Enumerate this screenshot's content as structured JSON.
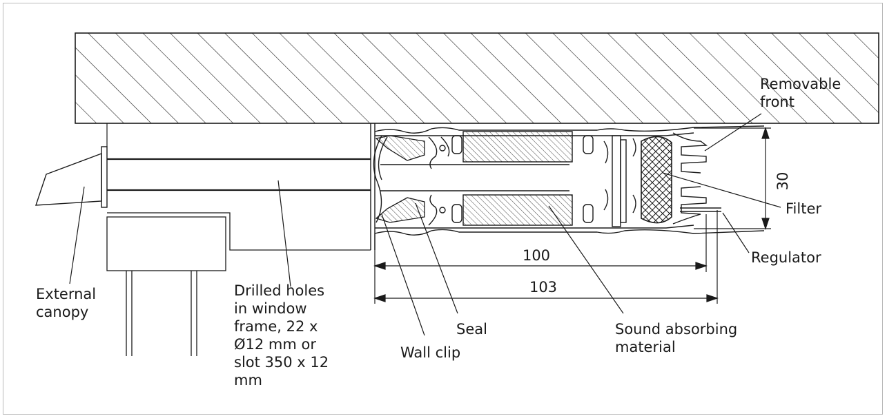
{
  "labels": {
    "removable_front": [
      "Removable",
      "front"
    ],
    "filter": "Filter",
    "regulator": "Regulator",
    "external_canopy": [
      "External",
      "canopy"
    ],
    "drilled_holes": [
      "Drilled holes",
      "in window",
      "frame, 22 x",
      "Ø12 mm or",
      "slot 350 x 12",
      "mm"
    ],
    "seal": "Seal",
    "wall_clip": "Wall clip",
    "sound_absorbing": [
      "Sound absorbing",
      "material"
    ]
  },
  "dimensions": {
    "height": "30",
    "inner_length": "100",
    "outer_length": "103"
  },
  "colors": {
    "line": "#1a1a1a",
    "frame_border": "#b9b9b9"
  }
}
